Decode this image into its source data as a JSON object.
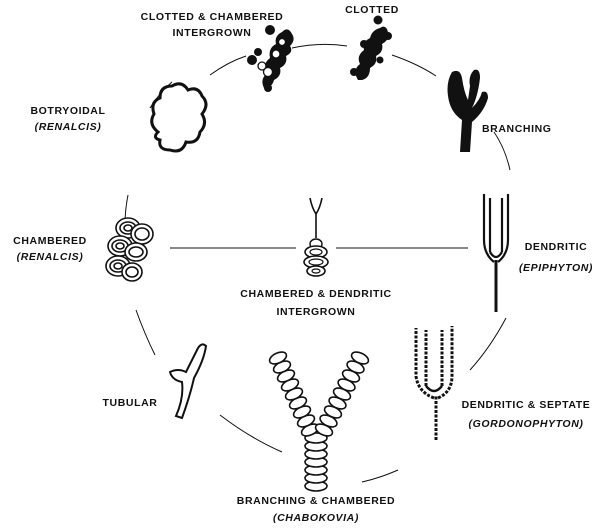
{
  "labels": {
    "clotted_chambered": {
      "line1": "CLOTTED & CHAMBERED",
      "line2": "INTERGROWN"
    },
    "clotted": {
      "line1": "CLOTTED"
    },
    "branching": {
      "line1": "BRANCHING"
    },
    "botryoidal": {
      "line1": "BOTRYOIDAL",
      "line2": "(RENALCIS)"
    },
    "chambered": {
      "line1": "CHAMBERED",
      "line2": "(RENALCIS)"
    },
    "dendritic": {
      "line1": "DENDRITIC",
      "line2": "(EPIPHYTON)"
    },
    "chambered_dendritic": {
      "line1": "CHAMBERED & DENDRITIC",
      "line2": "INTERGROWN"
    },
    "dendritic_septate": {
      "line1": "DENDRITIC & SEPTATE",
      "line2": "(GORDONOPHYTON)"
    },
    "tubular": {
      "line1": "TUBULAR"
    },
    "branching_chambered": {
      "line1": "BRANCHING & CHAMBERED",
      "line2": "(CHABOKOVIA)"
    }
  },
  "icons": [
    "clotted-chambered-icon",
    "clotted-icon",
    "branching-icon",
    "botryoidal-icon",
    "chambered-icon",
    "dendritic-icon",
    "chambered-dendritic-icon",
    "dendritic-septate-icon",
    "tubular-icon",
    "branching-chambered-icon"
  ]
}
